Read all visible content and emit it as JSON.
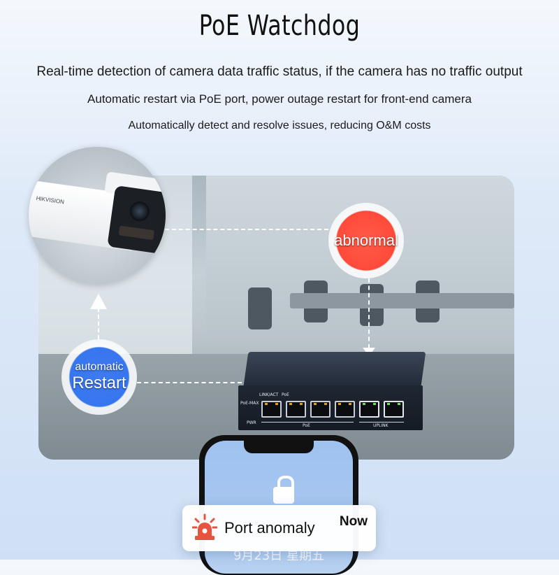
{
  "header": {
    "title": "PoE Watchdog",
    "line1": "Real-time detection of camera data traffic status, if the camera has no traffic output",
    "line2": "Automatic restart via PoE port, power outage restart for front-end camera",
    "line3": "Automatically detect and resolve issues, reducing O&M costs"
  },
  "camera": {
    "brand": "HIKVISION"
  },
  "badges": {
    "abnormal": "abnormal",
    "restart_small": "automatic",
    "restart_big": "Restart"
  },
  "switch": {
    "link_label": "LINK/ACT",
    "poe_label": "PoE",
    "poe_max": "PoE-MAX",
    "pwr": "PWR",
    "poe_group": "PoE",
    "uplink_group": "UPLINK"
  },
  "phone": {
    "date": "9月23日 星期五"
  },
  "notification": {
    "text": "Port anomaly",
    "time": "Now"
  },
  "colors": {
    "abnormal": "#ff4a3a",
    "restart": "#3676ef",
    "alarm_icon": "#e8533f"
  },
  "icons": [
    "alarm-siren-icon",
    "unlock-icon"
  ]
}
